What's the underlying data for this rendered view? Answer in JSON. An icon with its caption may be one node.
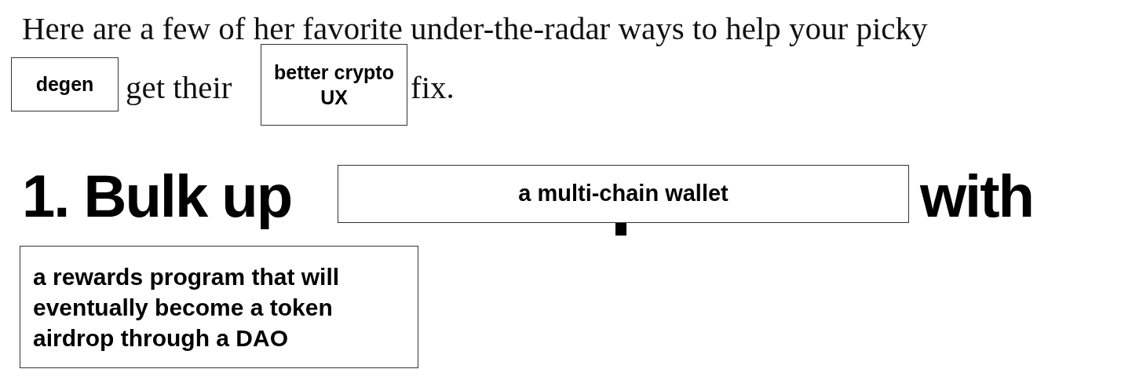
{
  "diagram": {
    "nodes": [
      {
        "text": [
          "degen"
        ]
      },
      {
        "text": [
          "better crypto UX"
        ]
      },
      {
        "text": [
          "a multi-chain wallet"
        ]
      },
      {
        "text": [
          "a rewards program that will eventually become a token airdrop through a DAO"
        ]
      }
    ],
    "labels": [
      "Here are a few of her favorite under-the-radar ways to help your picky",
      "get their",
      "fix.",
      "1. Bulk up",
      "with"
    ]
  }
}
